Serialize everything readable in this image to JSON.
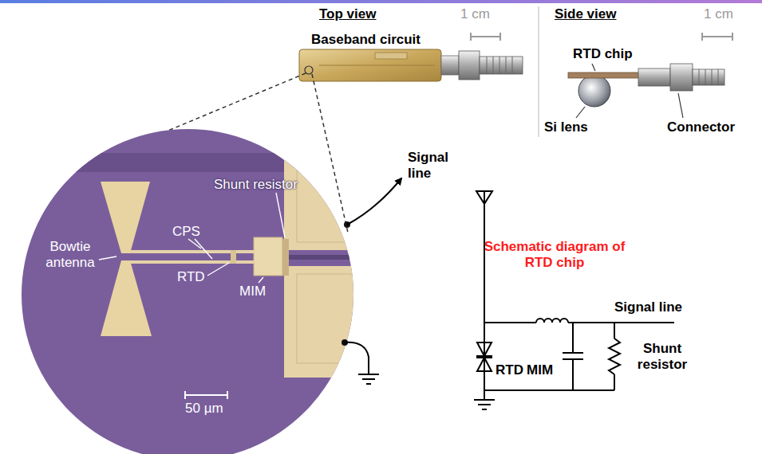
{
  "diagram": {
    "labels": [
      "Top view",
      "1 cm",
      "Baseband circuit",
      "Side view",
      "1 cm",
      "RTD chip",
      "Si lens",
      "Connector",
      "Shunt resistor",
      "Signal line",
      "CPS",
      "Bowtie antenna",
      "RTD",
      "MIM",
      "50 µm",
      "Schematic diagram of RTD chip",
      "Signal line",
      "RTD",
      "MIM",
      "Shunt resistor"
    ]
  }
}
